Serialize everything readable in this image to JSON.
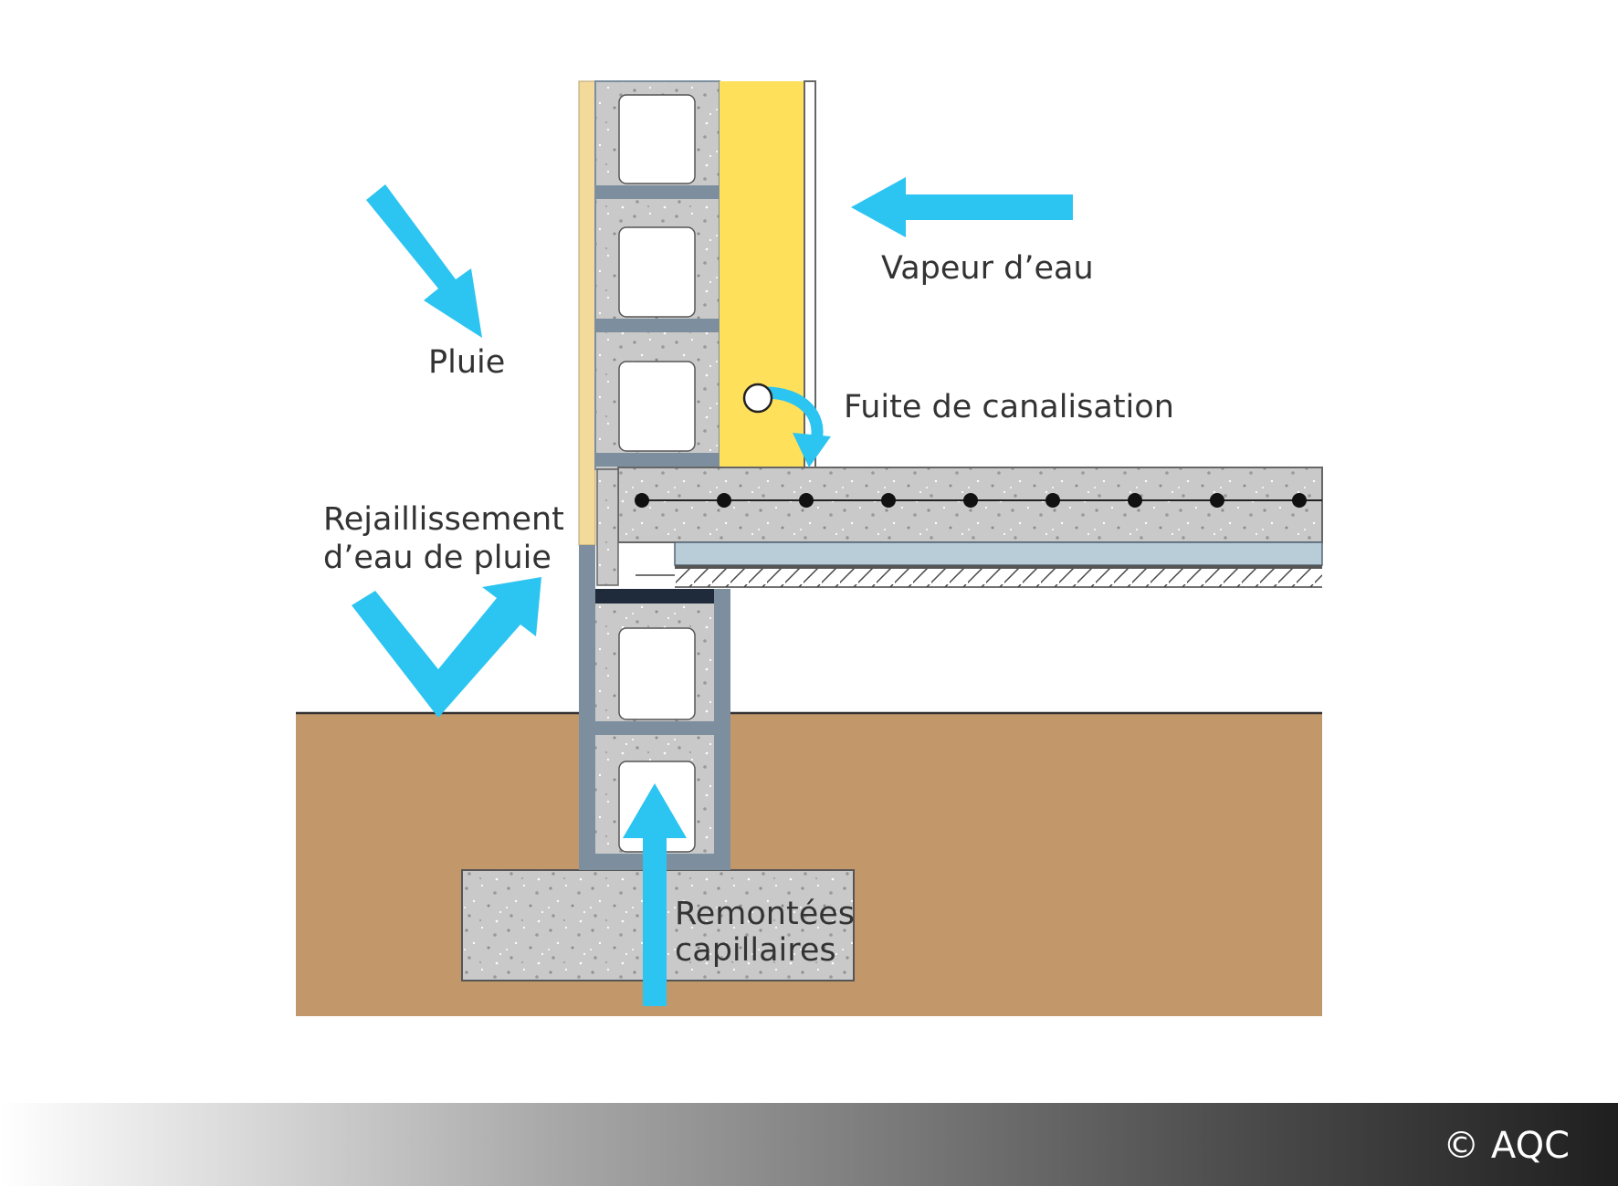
{
  "labels": {
    "rain": "Pluie",
    "vapor": "Vapeur d’eau",
    "leak": "Fuite de canalisation",
    "splash_line1": "Rejaillissement",
    "splash_line2": "d’eau de pluie",
    "capillary_line1": "Remontées",
    "capillary_line2": "capillaires"
  },
  "footer": {
    "credit": "© AQC"
  },
  "colors": {
    "water_arrow": "#2CC4F1",
    "insulation": "#FFE05A",
    "soil": "#C2986A",
    "concrete": "#C9C9C9",
    "block_steel": "#7D8F9E",
    "exterior_coating": "#F3D99A",
    "slab_insulation": "#B9CDD8"
  },
  "icons": {
    "rain_arrow": "arrow-down-right-icon",
    "vapor_arrow": "arrow-left-icon",
    "leak_arrow": "curved-arrow-icon",
    "splash_arrow": "v-bounce-arrow-icon",
    "capillary_arrow": "arrow-up-icon"
  }
}
